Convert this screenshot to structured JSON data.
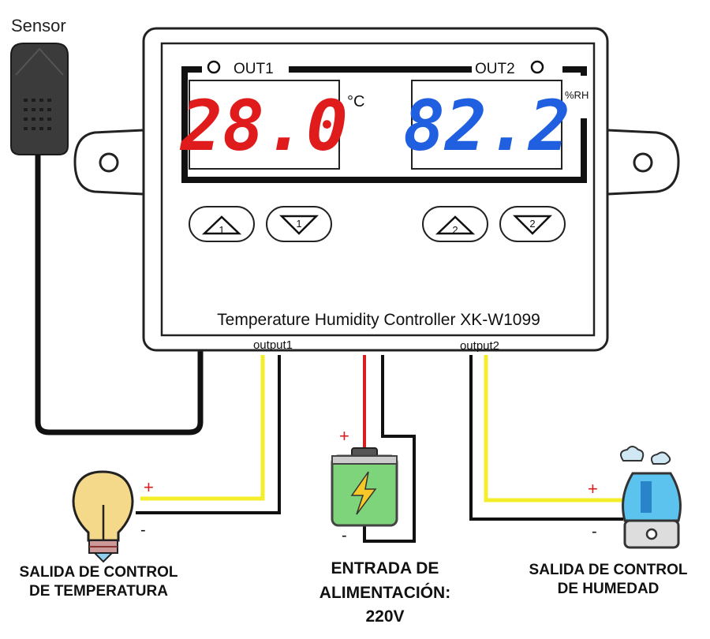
{
  "sensor": {
    "label": "Sensor"
  },
  "controller": {
    "out1_label": "OUT1",
    "out2_label": "OUT2",
    "temperature_value": "28.0",
    "temperature_unit": "°C",
    "humidity_value": "82.2",
    "humidity_unit": "%RH",
    "buttons": [
      {
        "label": "1",
        "direction": "up"
      },
      {
        "label": "1",
        "direction": "down"
      },
      {
        "label": "2",
        "direction": "up"
      },
      {
        "label": "2",
        "direction": "down"
      }
    ],
    "title": "Temperature Humidity Controller XK-W1099",
    "output1_label": "output1",
    "output2_label": "output2"
  },
  "polarity": {
    "plus": "+",
    "minus": "-"
  },
  "outputs": {
    "temperature": {
      "line1": "SALIDA DE CONTROL",
      "line2": "DE TEMPERATURA"
    },
    "power": {
      "line1": "ENTRADA DE",
      "line2": "ALIMENTACIÓN:",
      "line3": "220V"
    },
    "humidity": {
      "line1": "SALIDA DE CONTROL",
      "line2": "DE HUMEDAD"
    }
  },
  "colors": {
    "temp_display": "#e01b1b",
    "humidity_display": "#1f5fe0",
    "wire_yellow": "#f4ee2a",
    "wire_red": "#d81e1e",
    "battery_green": "#7ed47a"
  }
}
